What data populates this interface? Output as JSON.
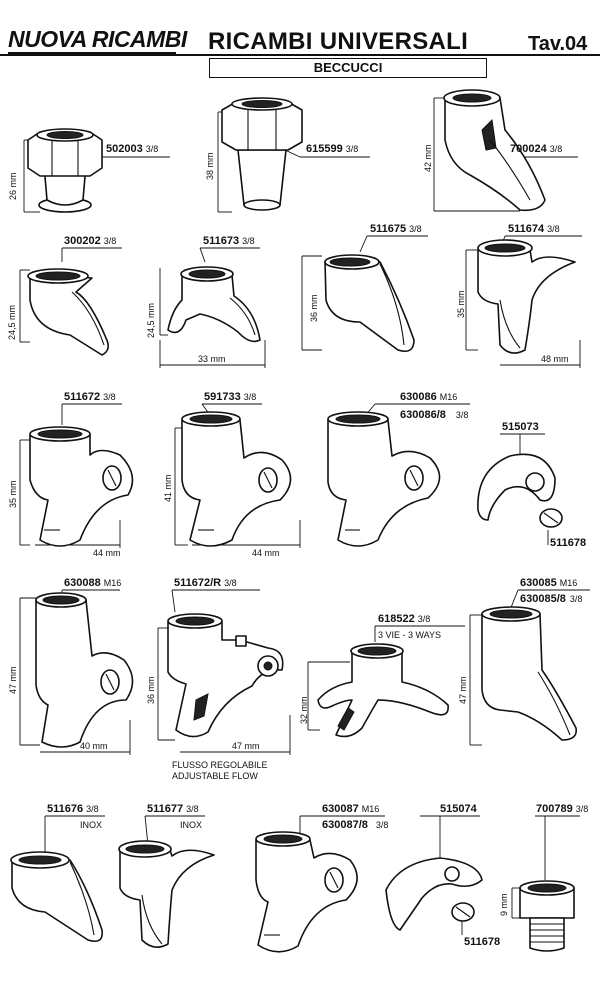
{
  "header": {
    "brand": "NUOVA RICAMBI",
    "title": "RICAMBI UNIVERSALI",
    "table": "Tav.04",
    "subtitle": "BECCUCCI"
  },
  "parts": [
    {
      "code": "502003",
      "size": "3/8",
      "dim_v": "26 mm"
    },
    {
      "code": "615599",
      "size": "3/8",
      "dim_v": "38 mm"
    },
    {
      "code": "700024",
      "size": "3/8",
      "dim_v": "42 mm"
    },
    {
      "code": "300202",
      "size": "3/8",
      "dim_v": "24,5 mm"
    },
    {
      "code": "511673",
      "size": "3/8",
      "dim_v": "24,5 mm",
      "dim_h": "33 mm"
    },
    {
      "code": "511675",
      "size": "3/8",
      "dim_v": "36 mm"
    },
    {
      "code": "511674",
      "size": "3/8",
      "dim_v": "35 mm",
      "dim_h": "48 mm"
    },
    {
      "code": "511672",
      "size": "3/8",
      "dim_v": "35 mm",
      "dim_h": "44 mm"
    },
    {
      "code": "591733",
      "size": "3/8",
      "dim_v": "41 mm",
      "dim_h": "44 mm"
    },
    {
      "code": "630086",
      "size": "M16",
      "code2": "630086/8",
      "size2": "3/8"
    },
    {
      "code": "515073",
      "sub": "511678"
    },
    {
      "code": "630088",
      "size": "M16",
      "dim_v": "47 mm",
      "dim_h": "40 mm"
    },
    {
      "code": "511672/R",
      "size": "3/8",
      "dim_v": "36 mm",
      "dim_h": "47 mm",
      "note1": "FLUSSO REGOLABILE",
      "note2": "ADJUSTABLE FLOW"
    },
    {
      "code": "618522",
      "size": "3/8",
      "dim_v": "32 mm",
      "note": "3 VIE - 3 WAYS"
    },
    {
      "code": "630085",
      "size": "M16",
      "code2": "630085/8",
      "size2": "3/8",
      "dim_v": "47 mm"
    },
    {
      "code": "511676",
      "size": "3/8",
      "note": "INOX"
    },
    {
      "code": "511677",
      "size": "3/8",
      "note": "INOX"
    },
    {
      "code": "630087",
      "size": "M16",
      "code2": "630087/8",
      "size2": "3/8"
    },
    {
      "code": "515074",
      "sub": "511678"
    },
    {
      "code": "700789",
      "size": "3/8",
      "dim_v": "9 mm"
    }
  ]
}
